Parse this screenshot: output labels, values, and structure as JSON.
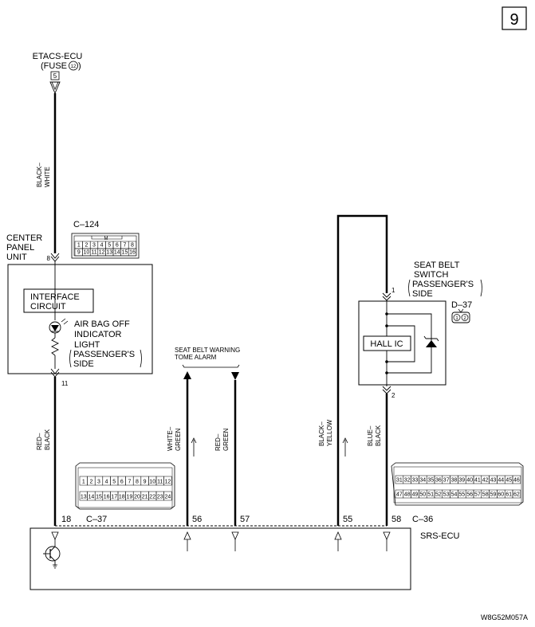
{
  "page_number": "9",
  "diagram_code": "W8G52M057A",
  "etacs": {
    "line1": "ETACS-ECU",
    "line2_prefix": "(FUSE ",
    "fuse_no": "12",
    "line2_suffix": ")",
    "pin": "5"
  },
  "center_panel": {
    "label": [
      "CENTER",
      "PANEL",
      "UNIT"
    ],
    "connector": "C–124",
    "conn_small_label": "M",
    "conn_row1": [
      "1",
      "2",
      "3",
      "4",
      "5",
      "6",
      "7",
      "8"
    ],
    "conn_row2": [
      "9",
      "10",
      "11",
      "12",
      "13",
      "14",
      "15",
      "16"
    ],
    "pin_in": "8",
    "pin_out": "11",
    "interface": [
      "INTERFACE",
      "CIRCUIT"
    ],
    "lamp_label": [
      "AIR BAG OFF",
      "INDICATOR",
      "LIGHT",
      "PASSENGER'S",
      "SIDE"
    ]
  },
  "wires": {
    "black_white": [
      "BLACK–",
      "WHITE"
    ],
    "red_black": [
      "RED–",
      "BLACK"
    ],
    "white_green": [
      "WHITE–",
      "GREEN"
    ],
    "red_green": [
      "RED–",
      "GREEN"
    ],
    "black_yellow": [
      "BLACK–",
      "YELLOW"
    ],
    "blue_black": [
      "BLUE–",
      "BLACK"
    ]
  },
  "seat_belt_alarm": [
    "SEAT BELT WARNING",
    "TOME ALARM"
  ],
  "seat_belt_switch": {
    "label": [
      "SEAT BELT",
      "SWITCH",
      "PASSENGER'S",
      "SIDE"
    ],
    "connector": "D–37",
    "conn_pins": [
      "1",
      "2"
    ],
    "pin_top": "1",
    "pin_bottom": "2",
    "hall": "HALL IC"
  },
  "srs_ecu": {
    "label": "SRS-ECU",
    "conn_left": "C–37",
    "conn_left_row1": [
      "1",
      "2",
      "3",
      "4",
      "5",
      "6",
      "7",
      "8",
      "9",
      "10",
      "11",
      "12"
    ],
    "conn_left_row2": [
      "13",
      "14",
      "15",
      "16",
      "17",
      "18",
      "19",
      "20",
      "21",
      "22",
      "23",
      "24"
    ],
    "conn_right": "C–36",
    "conn_right_row1": [
      "31",
      "32",
      "33",
      "34",
      "35",
      "36",
      "37",
      "38",
      "39",
      "40",
      "41",
      "42",
      "43",
      "44",
      "45",
      "46"
    ],
    "conn_right_row2": [
      "47",
      "48",
      "49",
      "50",
      "51",
      "52",
      "53",
      "54",
      "55",
      "56",
      "57",
      "58",
      "59",
      "60",
      "61",
      "62"
    ],
    "pins": {
      "p18": "18",
      "p56": "56",
      "p57": "57",
      "p55": "55",
      "p58": "58"
    }
  }
}
